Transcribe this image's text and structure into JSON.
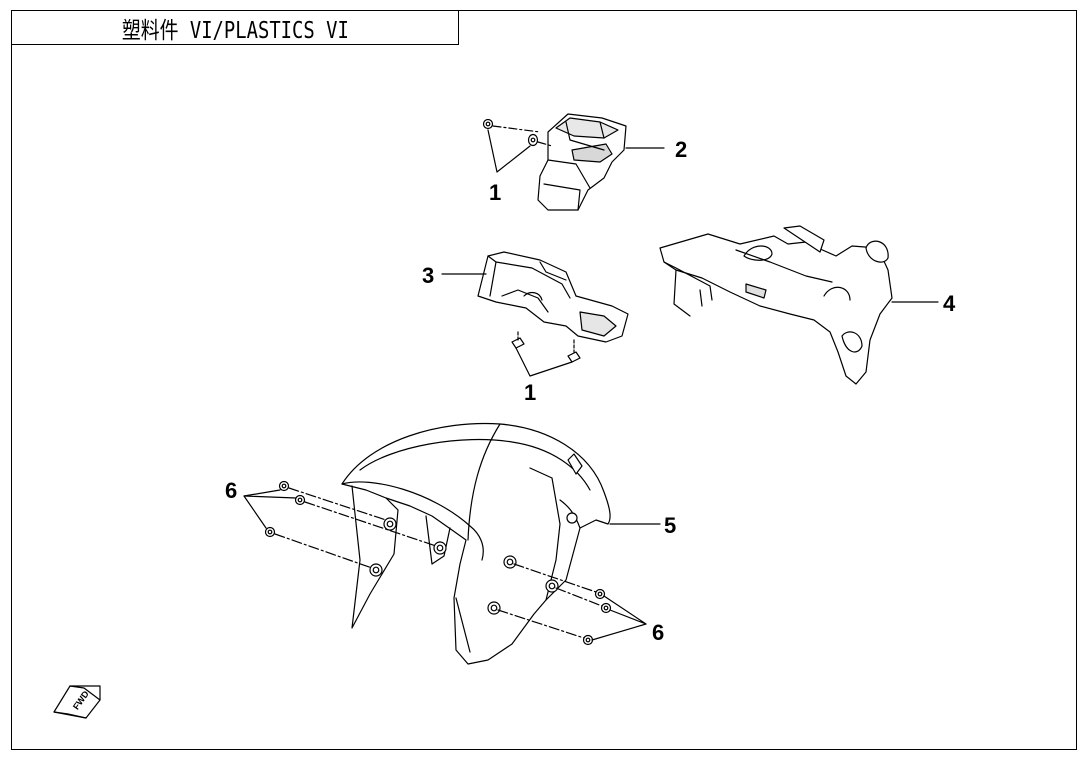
{
  "title": "塑料件 VI/PLASTICS VI",
  "callouts": {
    "c1a": "1",
    "c2": "2",
    "c3": "3",
    "c1b": "1",
    "c4": "4",
    "c6a": "6",
    "c5": "5",
    "c6b": "6"
  },
  "fwd_label": "FWD",
  "colors": {
    "line": "#000000",
    "background": "#ffffff",
    "shade": "#dcdcdc"
  }
}
